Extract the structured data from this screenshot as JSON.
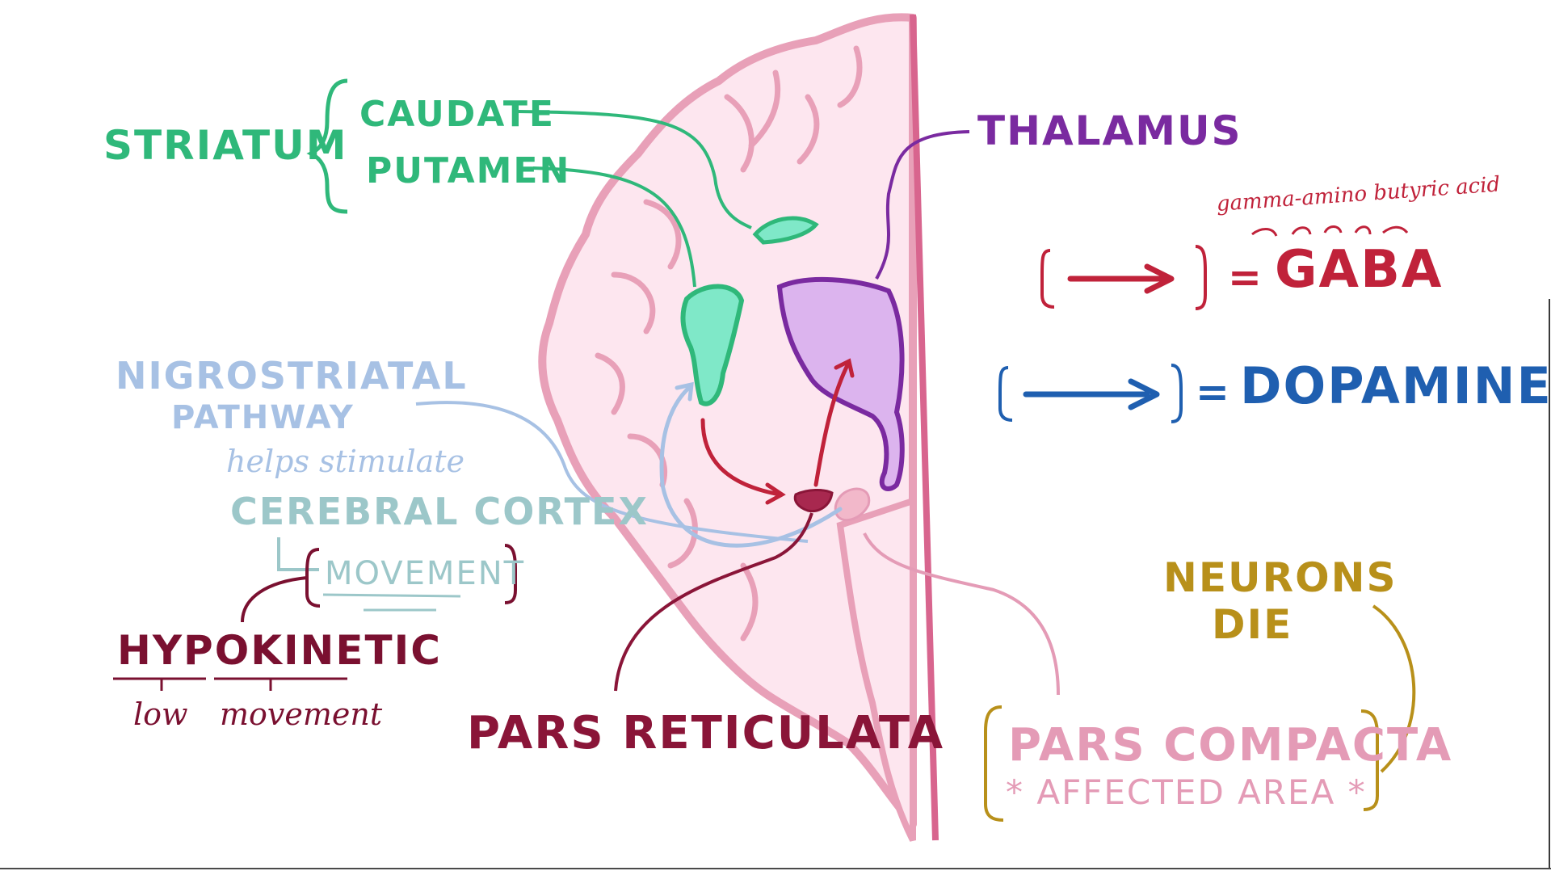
{
  "labels": {
    "striatum": "STRIATUM",
    "caudate": "CAUDATE",
    "putamen": "PUTAMEN",
    "thalamus": "THALAMUS",
    "gaba_expansion": "gamma-amino butyric acid",
    "gaba": "GABA",
    "dopamine": "DOPAMINE",
    "equals": "=",
    "nigrostriatal_line1": "NIGROSTRIATAL",
    "nigrostriatal_line2": "PATHWAY",
    "helps_stimulate": "helps stimulate",
    "cerebral_cortex": "CEREBRAL CORTEX",
    "movement_caps": "MOVEMENT",
    "hypokinetic": "HYPOKINETIC",
    "low": "low",
    "movement": "movement",
    "pars_reticulata": "PARS RETICULATA",
    "neurons_line1": "NEURONS",
    "neurons_line2": "DIE",
    "pars_compacta": "PARS COMPACTA",
    "affected_area": "* AFFECTED AREA *"
  },
  "colors": {
    "striatum_green": "#2fb87a",
    "caudate_fill": "#7fe8c8",
    "thalamus_purple": "#7a2aa0",
    "thalamus_fill": "#dcb4ee",
    "gaba_red": "#c0223a",
    "dopamine_blue": "#1f5fb0",
    "nigro_lightblue": "#a7c1e4",
    "cortex_teal": "#9cc7c9",
    "hypokinetic_maroon": "#7a1030",
    "reticulata_maroon": "#8a1538",
    "neurons_gold": "#b8901a",
    "compacta_pink": "#e49bb6",
    "brain_fill": "#fde6ef",
    "brain_outline": "#e8a0b8",
    "midline": "#d8658e"
  }
}
